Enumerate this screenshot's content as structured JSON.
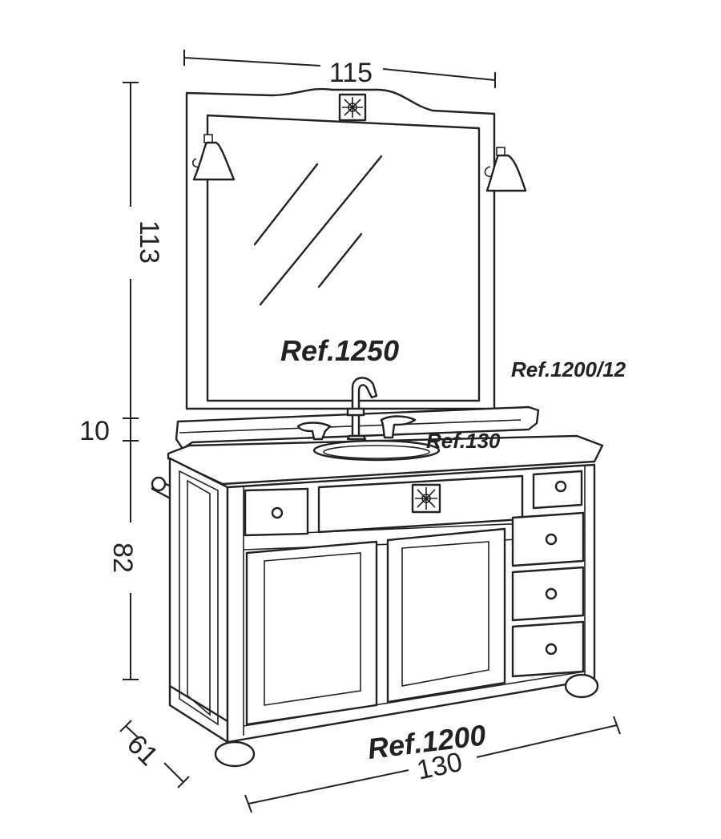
{
  "dimensions": {
    "mirror_width": "115",
    "mirror_height": "113",
    "backsplash_height": "10",
    "cabinet_height": "82",
    "cabinet_depth": "61",
    "cabinet_width": "130"
  },
  "references": {
    "mirror": "Ref.1250",
    "lamps": "Ref.1200/12",
    "basin": "Ref.130",
    "cabinet": "Ref.1200"
  }
}
